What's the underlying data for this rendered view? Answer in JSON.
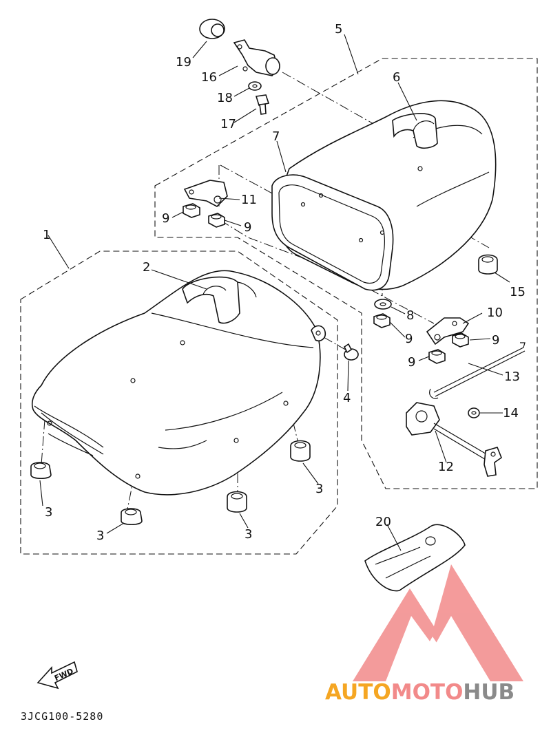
{
  "diagram": {
    "callouts": [
      {
        "id": "c1",
        "text": "1"
      },
      {
        "id": "c2",
        "text": "2"
      },
      {
        "id": "c3a",
        "text": "3"
      },
      {
        "id": "c3b",
        "text": "3"
      },
      {
        "id": "c3c",
        "text": "3"
      },
      {
        "id": "c3d",
        "text": "3"
      },
      {
        "id": "c4",
        "text": "4"
      },
      {
        "id": "c5",
        "text": "5"
      },
      {
        "id": "c6",
        "text": "6"
      },
      {
        "id": "c7",
        "text": "7"
      },
      {
        "id": "c8",
        "text": "8"
      },
      {
        "id": "c9a",
        "text": "9"
      },
      {
        "id": "c9b",
        "text": "9"
      },
      {
        "id": "c9c",
        "text": "9"
      },
      {
        "id": "c9d",
        "text": "9"
      },
      {
        "id": "c9e",
        "text": "9"
      },
      {
        "id": "c10",
        "text": "10"
      },
      {
        "id": "c11",
        "text": "11"
      },
      {
        "id": "c12",
        "text": "12"
      },
      {
        "id": "c13",
        "text": "13"
      },
      {
        "id": "c14",
        "text": "14"
      },
      {
        "id": "c15",
        "text": "15"
      },
      {
        "id": "c16",
        "text": "16"
      },
      {
        "id": "c17",
        "text": "17"
      },
      {
        "id": "c18",
        "text": "18"
      },
      {
        "id": "c19",
        "text": "19"
      },
      {
        "id": "c20",
        "text": "20"
      }
    ],
    "fwd_label": "FWD",
    "drawing_code": "3JCG100-5280"
  },
  "watermark": {
    "part1": "AUTO",
    "part2": "MOTO",
    "part3": "HUB",
    "colors": {
      "orange": "#f5a623",
      "red": "#f28a8a",
      "gray": "#8a8a8a"
    }
  }
}
